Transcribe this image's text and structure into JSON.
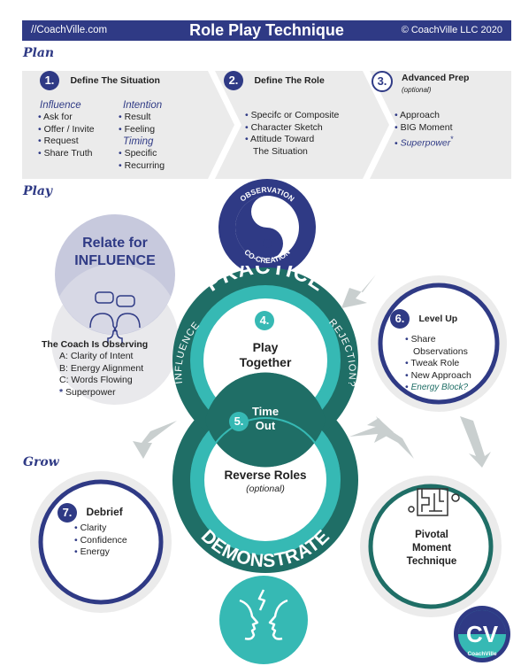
{
  "header": {
    "left": "//CoachVille.com",
    "title": "Role Play Technique",
    "right": "© CoachVille LLC 2020"
  },
  "plan": {
    "label": "Plan",
    "step1": {
      "num": "1.",
      "title": "Define The Situation",
      "influence": {
        "title": "Influence",
        "items": [
          "Ask for",
          "Offer / Invite",
          "Request",
          "Share Truth"
        ]
      },
      "intention": {
        "title": "Intention",
        "items": [
          "Result",
          "Feeling"
        ]
      },
      "timing": {
        "title": "Timing",
        "items": [
          "Specific",
          "Recurring"
        ]
      }
    },
    "step2": {
      "num": "2.",
      "title": "Define The Role",
      "items": [
        "Specifc or Composite",
        "Character Sketch",
        "Attitude Toward",
        "The Situation"
      ]
    },
    "step3": {
      "num": "3.",
      "title": "Advanced Prep",
      "subtitle": "(optional)",
      "items": [
        "Approach",
        "BIG Moment"
      ],
      "special": "Superpower",
      "star": "*"
    }
  },
  "play": {
    "label": "Play",
    "yinyang": {
      "top": "OBSERVATION",
      "bottom": "CO-CREATION"
    },
    "relate": {
      "line1": "Relate for",
      "line2": "INFLUENCE"
    },
    "observing": {
      "title": "The Coach Is Observing",
      "items": [
        "A: Clarity of Intent",
        "B: Energy Alignment",
        "C: Words Flowing"
      ],
      "star": "*",
      "special": "Superpower"
    },
    "practice": "PRACTICE",
    "demonstrate": "DEMONSTRATE",
    "influence": "INFLUENCE",
    "rejection": "REJECTION?",
    "step4": {
      "num": "4.",
      "line1": "Play",
      "line2": "Together"
    },
    "step5": {
      "num": "5.",
      "line1": "Time",
      "line2": "Out"
    },
    "reverse": {
      "title": "Reverse Roles",
      "sub": "(optional)"
    },
    "step6": {
      "num": "6.",
      "title": "Level Up",
      "items": [
        "Share",
        "Observations",
        "Tweak Role",
        "New Approach"
      ],
      "special": "Energy Block?"
    },
    "pivotal": {
      "line1": "Pivotal",
      "line2": "Moment",
      "line3": "Technique"
    }
  },
  "grow": {
    "label": "Grow",
    "step7": {
      "num": "7.",
      "title": "Debrief",
      "items": [
        "Clarity",
        "Confidence",
        "Energy"
      ]
    }
  },
  "logo": {
    "letters": "CV",
    "name": "CoachVille"
  },
  "colors": {
    "navy": "#2f3a85",
    "teal": "#36b9b4",
    "darkteal": "#1f6e66",
    "grey": "#ebebeb"
  },
  "icons": [
    "yin-yang-icon",
    "speech-bubbles-heads-icon",
    "maze-icon",
    "faces-lightning-icon",
    "arrow-icon"
  ]
}
